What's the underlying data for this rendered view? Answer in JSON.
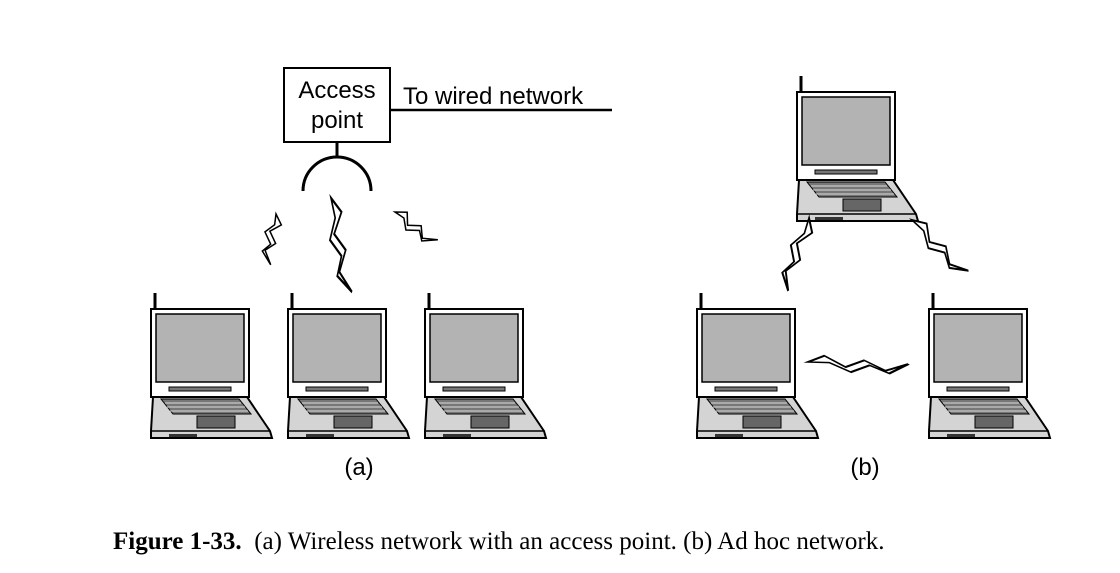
{
  "panel_a": {
    "access_point_line1": "Access",
    "access_point_line2": "point",
    "wired_label": "To wired network",
    "label": "(a)"
  },
  "panel_b": {
    "label": "(b)"
  },
  "caption": {
    "figure_number": "Figure 1-33.",
    "text": "(a) Wireless network with an access point. (b) Ad hoc network."
  }
}
